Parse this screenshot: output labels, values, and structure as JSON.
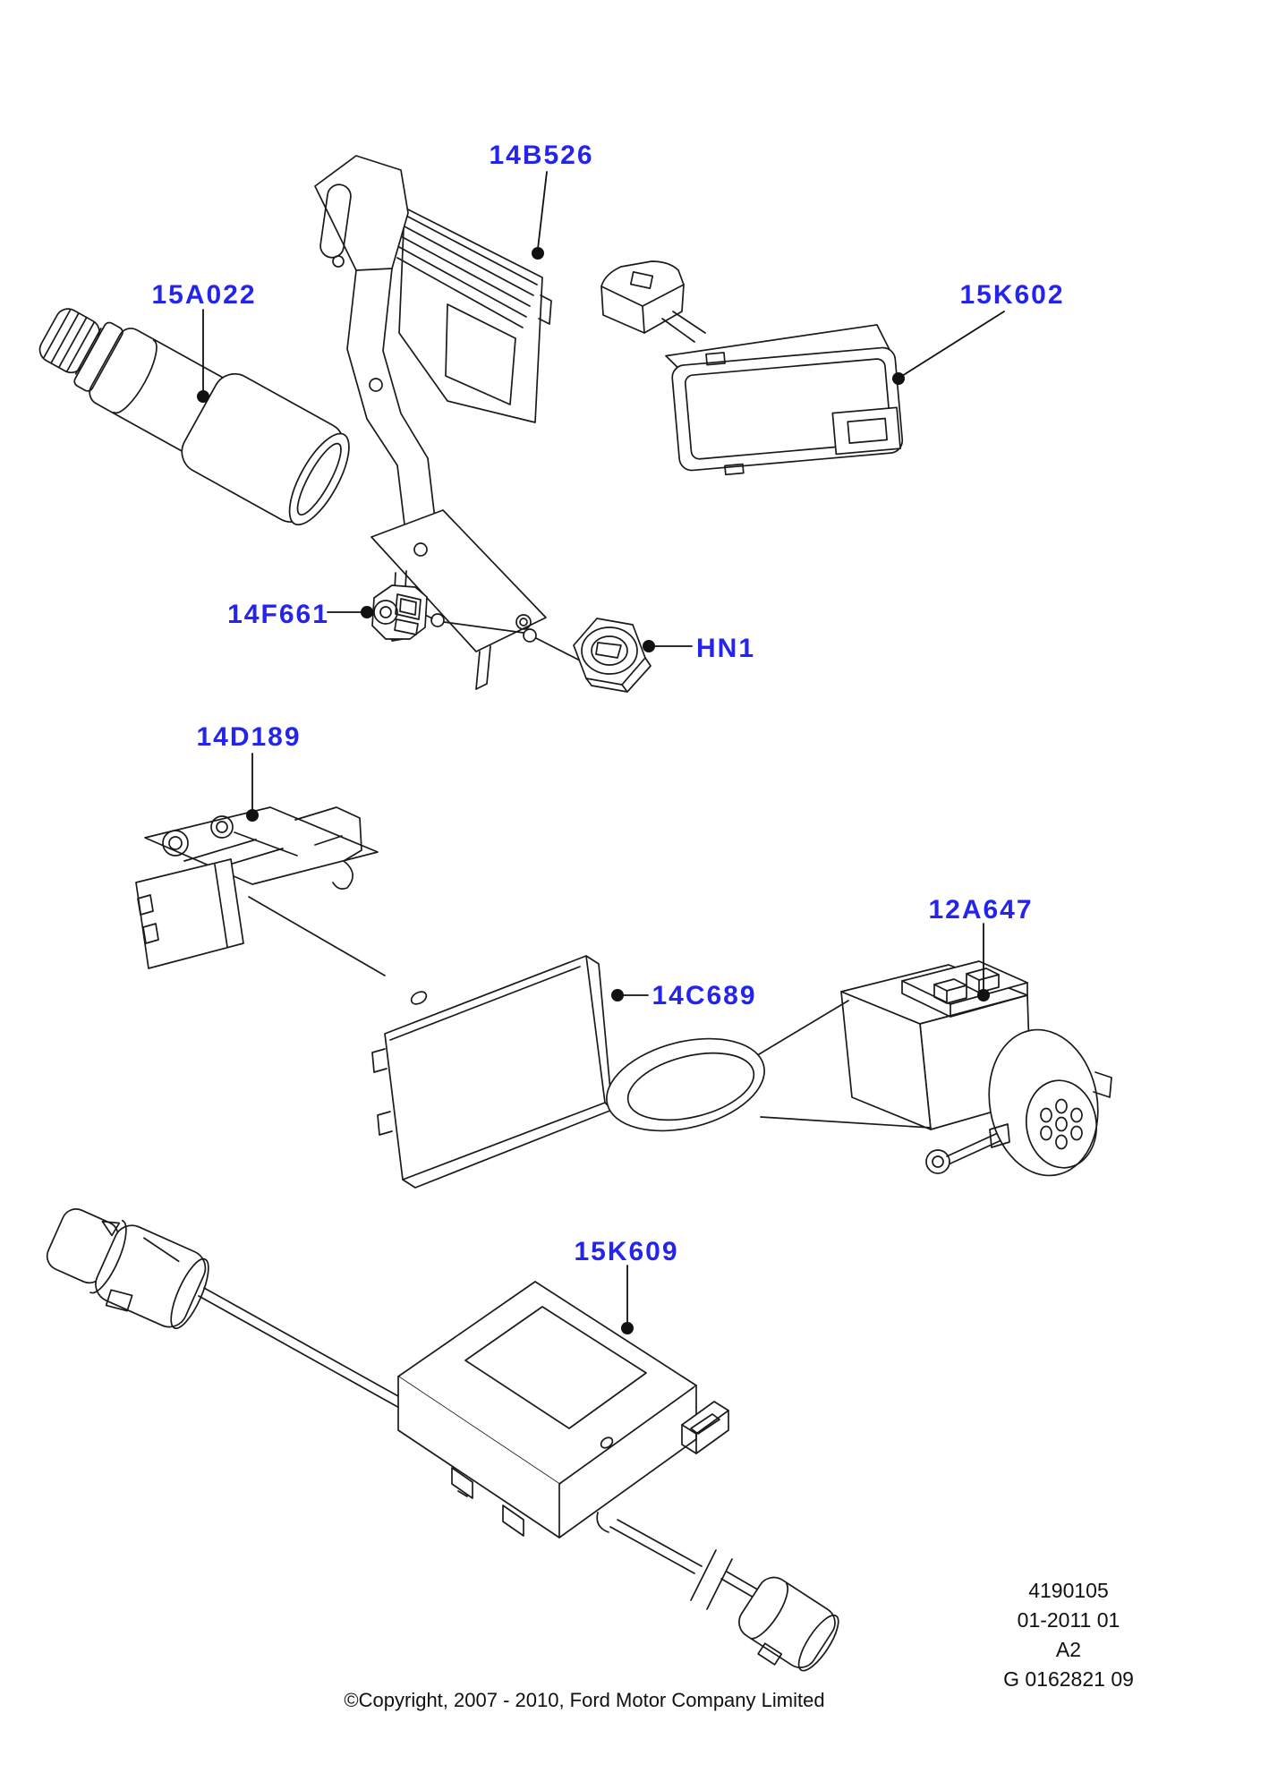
{
  "parts": {
    "p14b526": {
      "label": "14B526"
    },
    "p15a022": {
      "label": "15A022"
    },
    "p15k602": {
      "label": "15K602"
    },
    "p14f661": {
      "label": "14F661"
    },
    "phn1": {
      "label": "HN1"
    },
    "p14d189": {
      "label": "14D189"
    },
    "p12a647": {
      "label": "12A647"
    },
    "p14c689": {
      "label": "14C689"
    },
    "p15k609": {
      "label": "15K609"
    }
  },
  "footer": {
    "doc_number": "4190105",
    "date_code": "01-2011 01",
    "sheet_code": "A2",
    "drawing_number": "G 0162821 09",
    "copyright": "©Copyright, 2007 - 2010, Ford Motor Company Limited"
  },
  "colors": {
    "label_blue": "#2424EE",
    "line": "#1A1A1A",
    "background": "#FFFFFF"
  }
}
